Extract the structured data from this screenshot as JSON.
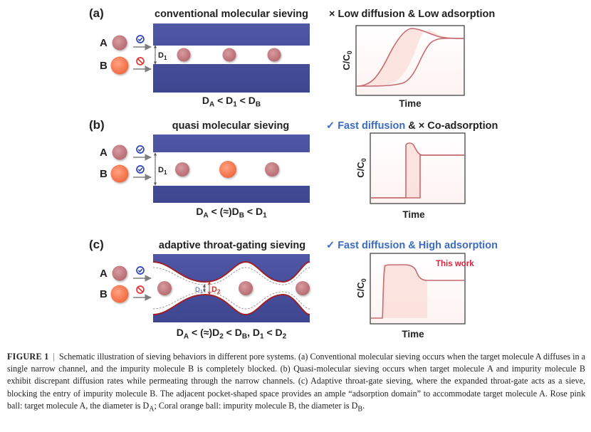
{
  "colors": {
    "channel": "#474f9b",
    "rose": "#c98287",
    "coral": "#f77f5c",
    "check": "#2d44b5",
    "block": "#e43838",
    "check_text": "#3a6bc0",
    "curve": "#c56a6f",
    "curve_fill": "#fbe0dc",
    "this_work": "#d1273f"
  },
  "panels": [
    {
      "id": "a",
      "label": "(a)",
      "title": "conventional molecular sieving",
      "headline": {
        "mark": "×",
        "text": "Low diffusion & Low adsorption"
      },
      "molecule_a": "A",
      "molecule_b": "B",
      "width_label": {
        "base": "D",
        "sub": "1"
      },
      "equation": [
        {
          "t": "D"
        },
        {
          "s": "A"
        },
        {
          "t": " < D"
        },
        {
          "s": "1"
        },
        {
          "t": " < D"
        },
        {
          "s": "B"
        }
      ],
      "plot": {
        "ylabel_base": "C/C",
        "ylabel_sub": "0",
        "xlabel": "Time"
      }
    },
    {
      "id": "b",
      "label": "(b)",
      "title": "quasi molecular sieving",
      "headline": {
        "mark1": "✓",
        "text1": "Fast diffusion",
        "amp": " & ",
        "mark2": "×",
        "text2": "Co-adsorption"
      },
      "molecule_a": "A",
      "molecule_b": "B",
      "width_label": {
        "base": "D",
        "sub": "1"
      },
      "equation": [
        {
          "t": "D"
        },
        {
          "s": "A"
        },
        {
          "t": " < (≈)D"
        },
        {
          "s": "B"
        },
        {
          "t": " < D"
        },
        {
          "s": "1"
        }
      ],
      "plot": {
        "ylabel_base": "C/C",
        "ylabel_sub": "0",
        "xlabel": "Time"
      }
    },
    {
      "id": "c",
      "label": "(c)",
      "title": "adaptive throat-gating sieving",
      "headline": {
        "mark": "✓",
        "text": "Fast diffusion & High adsorption"
      },
      "molecule_a": "A",
      "molecule_b": "B",
      "d1_label": {
        "base": "D",
        "sub": "1"
      },
      "d2_label": {
        "base": "D",
        "sub": "2"
      },
      "equation": [
        {
          "t": "D"
        },
        {
          "s": "A"
        },
        {
          "t": " < (≈)D"
        },
        {
          "s": "2"
        },
        {
          "t": " < D"
        },
        {
          "s": "B"
        },
        {
          "t": ", D"
        },
        {
          "s": "1"
        },
        {
          "t": " < D"
        },
        {
          "s": "2"
        }
      ],
      "plot": {
        "ylabel_base": "C/C",
        "ylabel_sub": "0",
        "xlabel": "Time",
        "annotation": "This work"
      }
    }
  ],
  "caption": {
    "label": "FIGURE 1",
    "separator": "|",
    "text": "Schematic illustration of sieving behaviors in different pore systems. (a) Conventional molecular sieving occurs when the target molecule A diffuses in a single narrow channel, and the impurity molecule B is completely blocked. (b) Quasi-molecular sieving occurs when target molecule A and impurity molecule B exhibit discrepant diffusion rates while permeating through the narrow channels. (c) Adaptive throat-gate sieving, where the expanded throat-gate acts as a sieve, blocking the entry of impurity molecule B. The adjacent pocket-shaped space provides an ample “adsorption domain” to accommodate target molecule A. Rose pink ball: target molecule A, the diameter is D",
    "text_sub_a": "A",
    "text_mid": "; Coral orange ball: impurity molecule B, the diameter is D",
    "text_sub_b": "B",
    "text_end": "."
  }
}
